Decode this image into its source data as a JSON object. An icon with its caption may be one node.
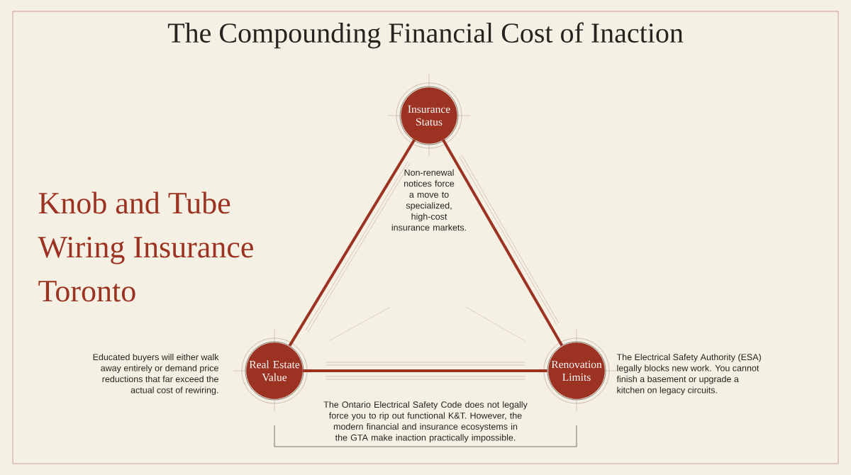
{
  "diagram": {
    "title": "The Compounding Financial Cost of Inaction",
    "nodes": [
      {
        "text": [
          "Insurance Status"
        ],
        "beside": [
          "Non-renewal notices force a move to specialized, high-cost insurance markets."
        ]
      },
      {
        "text": [
          "Real Estate Value"
        ],
        "beside": [
          "Educated buyers will either walk away entirely or demand price reductions that far exceed the actual cost of rewiring."
        ]
      },
      {
        "text": [
          "Renovation Limits"
        ],
        "beside": [
          "The Electrical Safety Authority (ESA) legally blocks new work. You cannot finish a basement or upgrade a kitchen on legacy circuits."
        ]
      }
    ],
    "edges": [
      {
        "from": 0,
        "to": 1,
        "arrow": "none"
      },
      {
        "from": 0,
        "to": 2,
        "arrow": "none"
      },
      {
        "from": 1,
        "to": 2,
        "arrow": "none"
      }
    ],
    "labels": [
      "Knob and Tube Wiring Insurance Toronto",
      "The Ontario Electrical Safety Code does not legally force you to rip out functional K&T. However, the modern financial and insurance ecosystems in the GTA make inaction practically impossible."
    ]
  }
}
